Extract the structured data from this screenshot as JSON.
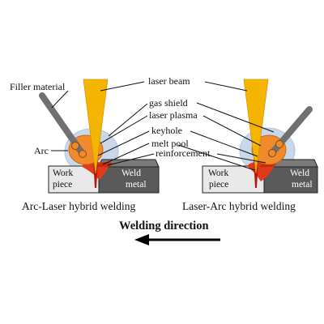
{
  "labels": {
    "filler_material": "Filler material",
    "arc": "Arc",
    "laser_beam": "laser beam",
    "gas_shield": "gas shield",
    "laser_plasma": "laser plasma",
    "keyhole": "keyhole",
    "melt_pool": "melt pool",
    "reinforcement": "reinforcement"
  },
  "left_panel": {
    "workpiece_line1": "Work",
    "workpiece_line2": "piece",
    "weld_line1": "Weld",
    "weld_line2": "metal",
    "caption": "Arc-Laser hybrid welding"
  },
  "right_panel": {
    "workpiece_line1": "Work",
    "workpiece_line2": "piece",
    "weld_line1": "Weld",
    "weld_line2": "metal",
    "caption": "Laser-Arc hybrid welding"
  },
  "direction": {
    "label": "Welding direction",
    "arrow": "left"
  },
  "colors": {
    "laser_beam": "#f5b400",
    "arc_orange": "#f08a2a",
    "melt_pool": "#e03a1a",
    "keyhole": "#b01810",
    "gas_shield": "#c9d7ea",
    "filler_rod": "#707070",
    "workpiece": "#e8e8e8",
    "weld_metal": "#5a5a5a"
  }
}
